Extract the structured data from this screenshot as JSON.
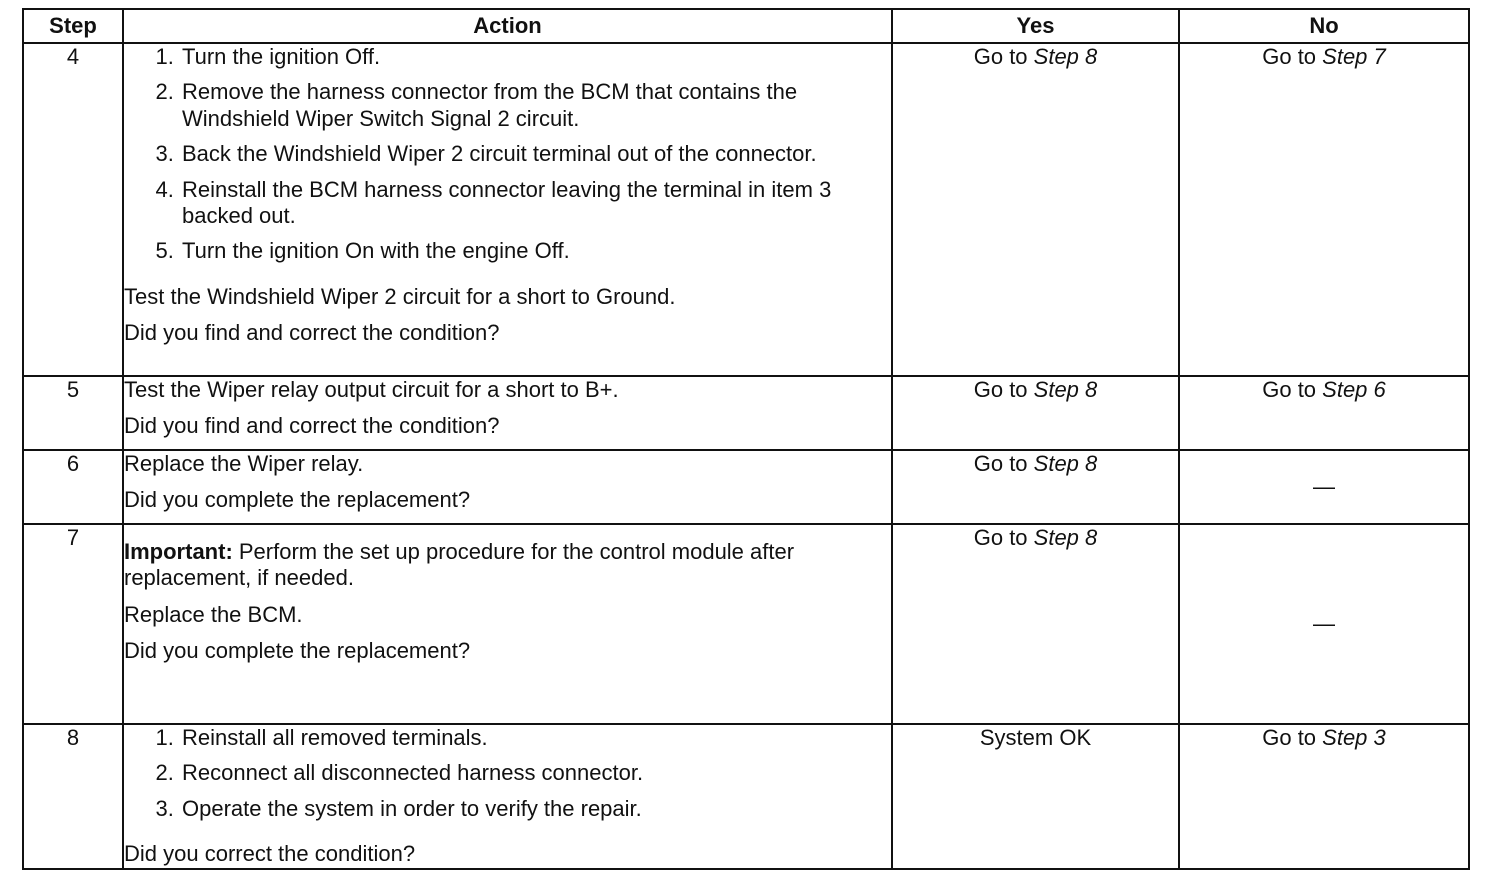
{
  "headers": {
    "step": "Step",
    "action": "Action",
    "yes": "Yes",
    "no": "No"
  },
  "rows": [
    {
      "step": "4",
      "items": [
        "Turn the ignition Off.",
        "Remove the harness connector from the BCM that contains the Windshield Wiper Switch Signal 2 circuit.",
        "Back the Windshield Wiper 2 circuit terminal out of the connector.",
        "Reinstall the BCM harness connector leaving the terminal in item 3 backed out.",
        "Turn the ignition On with the engine Off."
      ],
      "test": "Test the Windshield Wiper 2 circuit for a short to Ground.",
      "question": "Did you find and correct the condition?",
      "yes": {
        "prefix": "Go to ",
        "target": "Step 8"
      },
      "no": {
        "prefix": "Go to ",
        "target": "Step 7"
      }
    },
    {
      "step": "5",
      "test": "Test the Wiper relay output circuit for a short to B+.",
      "question": "Did you find and correct the condition?",
      "yes": {
        "prefix": "Go to ",
        "target": "Step 8"
      },
      "no": {
        "prefix": "Go to ",
        "target": "Step 6"
      }
    },
    {
      "step": "6",
      "test": "Replace the Wiper relay.",
      "question": "Did you complete the replacement?",
      "yes": {
        "prefix": "Go to ",
        "target": "Step 8"
      },
      "no": "—"
    },
    {
      "step": "7",
      "important_label": "Important:",
      "important_text": " Perform the set up procedure for the control module after replacement, if needed.",
      "test": "Replace the BCM.",
      "question": "Did you complete the replacement?",
      "yes": {
        "prefix": "Go to ",
        "target": "Step 8"
      },
      "no": "—"
    },
    {
      "step": "8",
      "items": [
        "Reinstall all removed terminals.",
        "Reconnect all disconnected harness connector.",
        "Operate the system in order to verify the repair."
      ],
      "question": "Did you correct the condition?",
      "yes": "System OK",
      "no": {
        "prefix": "Go to ",
        "target": "Step 3"
      }
    }
  ]
}
